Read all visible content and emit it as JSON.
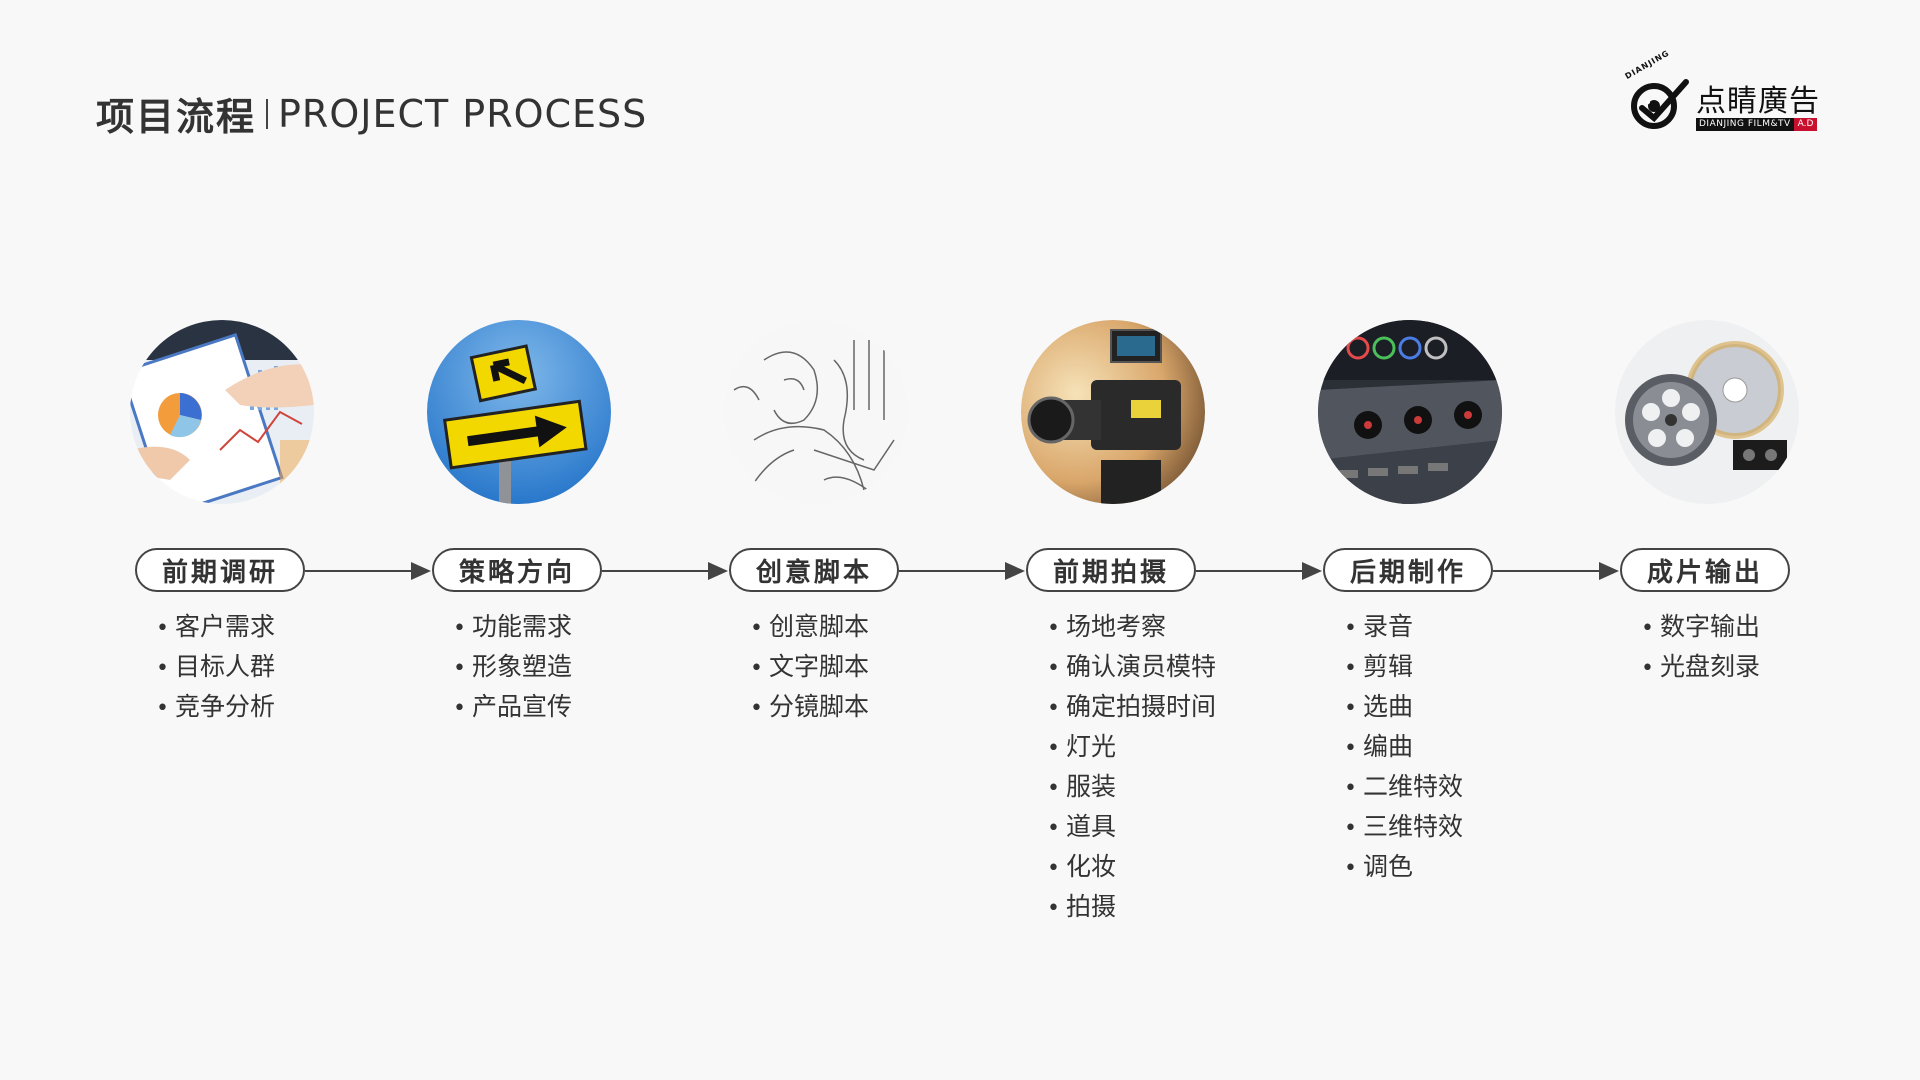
{
  "header": {
    "title_zh": "项目流程",
    "title_en": "PROJECT PROCESS"
  },
  "logo": {
    "arc_text": "DIANJING",
    "brand": "点睛廣告",
    "sub_left": "DIANJING FILM&TV",
    "sub_right": "A.D"
  },
  "steps": [
    {
      "label": "前期调研",
      "icon": "handshake-chart-photo",
      "items": [
        "客户需求",
        "目标人群",
        "竞争分析"
      ]
    },
    {
      "label": "策略方向",
      "icon": "direction-sign-photo",
      "items": [
        "功能需求",
        "形象塑造",
        "产品宣传"
      ]
    },
    {
      "label": "创意脚本",
      "icon": "storyboard-sketch-photo",
      "items": [
        "创意脚本",
        "文字脚本",
        "分镜脚本"
      ]
    },
    {
      "label": "前期拍摄",
      "icon": "film-camera-photo",
      "items": [
        "场地考察",
        "确认演员模特",
        "确定拍摄时间",
        "灯光",
        "服装",
        "道具",
        "化妆",
        "拍摄"
      ]
    },
    {
      "label": "后期制作",
      "icon": "editing-console-photo",
      "items": [
        "录音",
        "剪辑",
        "选曲",
        "编曲",
        "二维特效",
        "三维特效",
        "调色"
      ]
    },
    {
      "label": "成片输出",
      "icon": "film-reel-disc-photo",
      "items": [
        "数字输出",
        "光盘刻录"
      ]
    }
  ],
  "colors": {
    "background": "#f8f8f8",
    "text": "#333333",
    "outline": "#444444",
    "accent_red": "#c8102e"
  }
}
